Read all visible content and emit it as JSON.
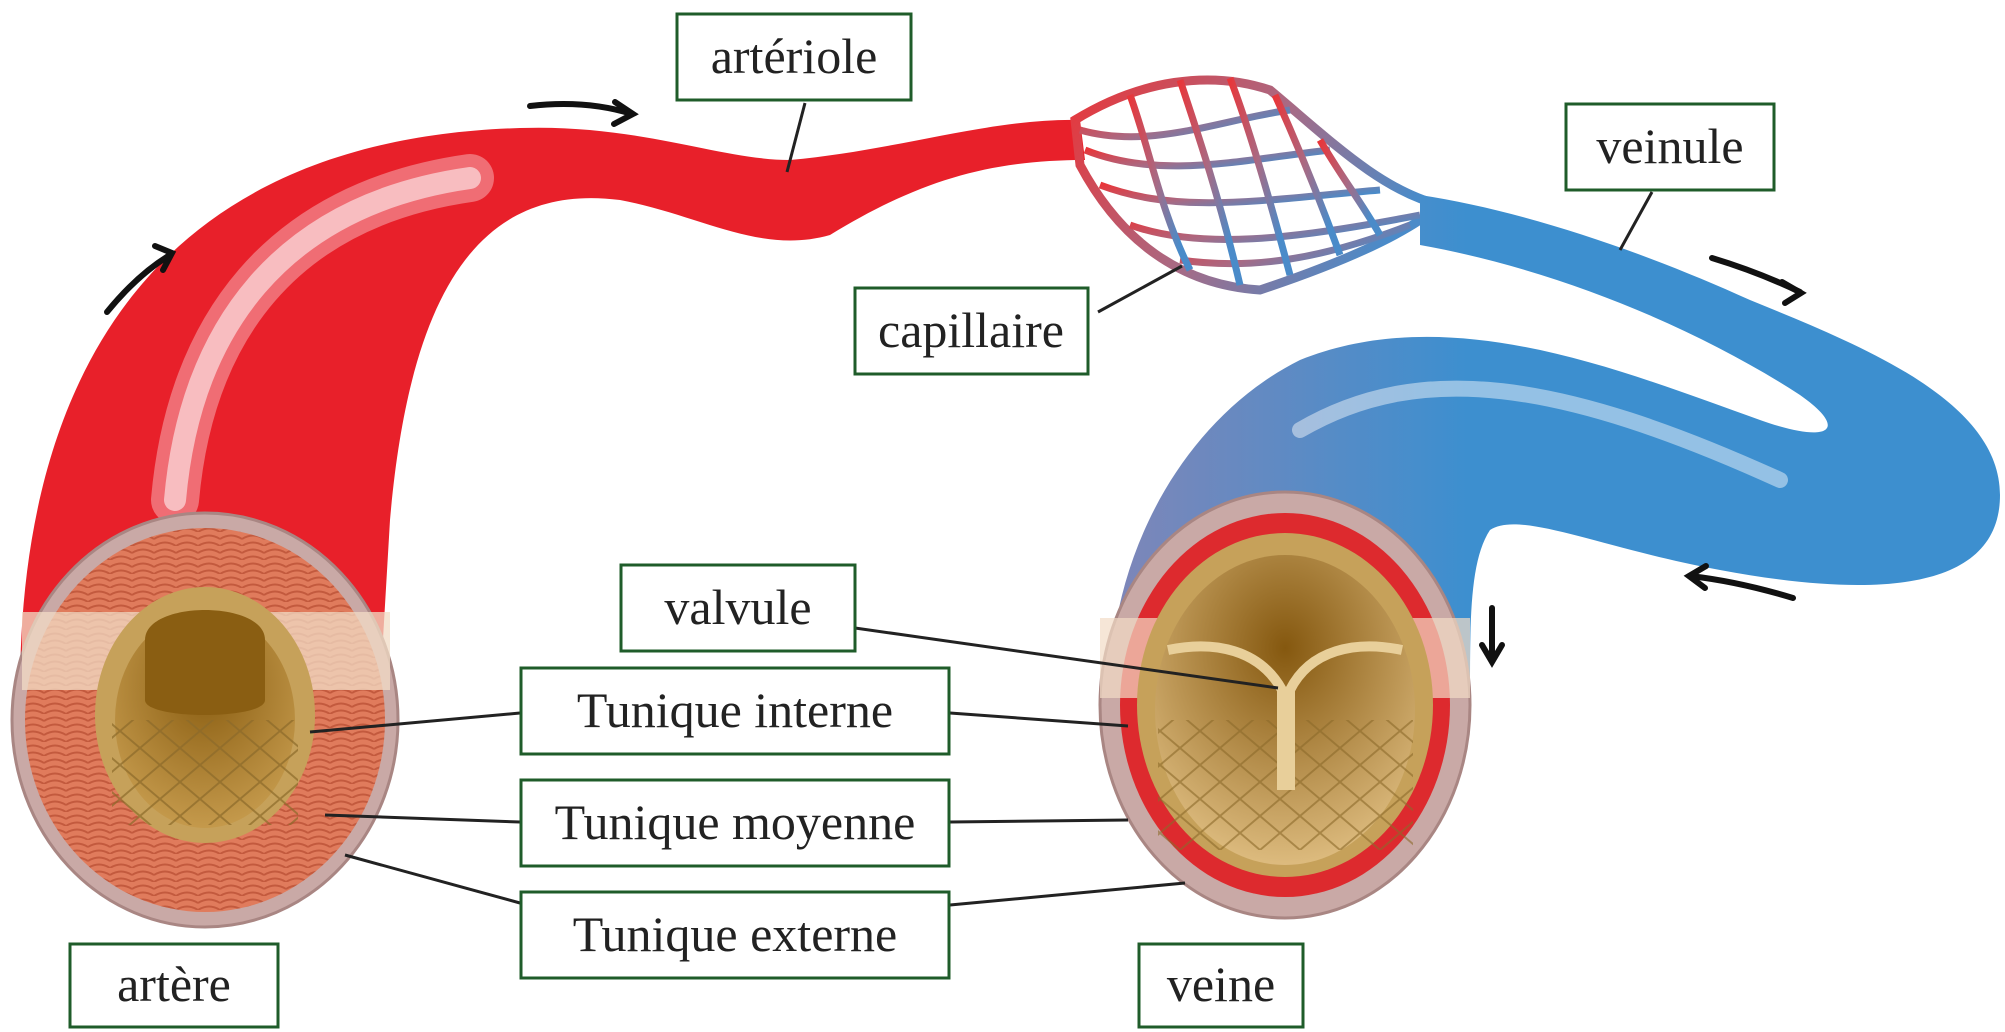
{
  "labels": {
    "arteriole": "artériole",
    "veinule": "veinule",
    "capillaire": "capillaire",
    "valvule": "valvule",
    "tunique_interne": "Tunique interne",
    "tunique_moyenne": "Tunique moyenne",
    "tunique_externe": "Tunique externe",
    "artere": "artère",
    "veine": "veine"
  },
  "colors": {
    "artery": "#e8202a",
    "vein": "#3d8fcf",
    "label_border": "#1f5c2a",
    "lumen": "#a7782a",
    "media_artery": "#df7a5a",
    "media_vein": "#dd2a2e",
    "externa": "#c9a9a6"
  },
  "icons": [
    "flow-arrow-icon",
    "capillary-network-icon",
    "valve-icon"
  ]
}
